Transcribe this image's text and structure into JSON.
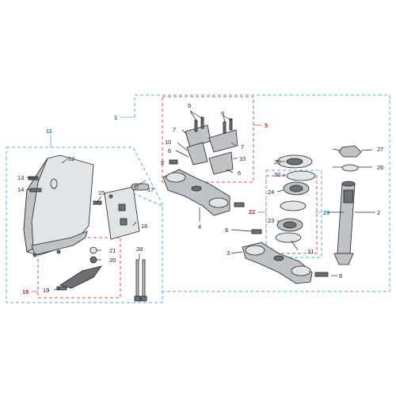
{
  "diagram": {
    "groups": {
      "g1": "1",
      "g5": "5",
      "g11": "11",
      "g18": "18",
      "g22": "22",
      "g29": "29"
    },
    "parts": {
      "p2": "2",
      "p3": "3",
      "p4": "4",
      "p6a": "6",
      "p6b": "6",
      "p7a": "7",
      "p7b": "7",
      "p8a": "8",
      "p8b": "8",
      "p8c": "8",
      "p9a": "9",
      "p9b": "9",
      "p10a": "10",
      "p10b": "10",
      "p12": "12",
      "p13": "13",
      "p14": "14",
      "p15": "15",
      "p16": "16",
      "p17": "17",
      "p19": "19",
      "p20": "20",
      "p21": "21",
      "p23": "23",
      "p24": "24",
      "p25": "25",
      "p26": "26",
      "p27": "27",
      "p28": "28",
      "p30": "30",
      "p31": "31"
    }
  }
}
